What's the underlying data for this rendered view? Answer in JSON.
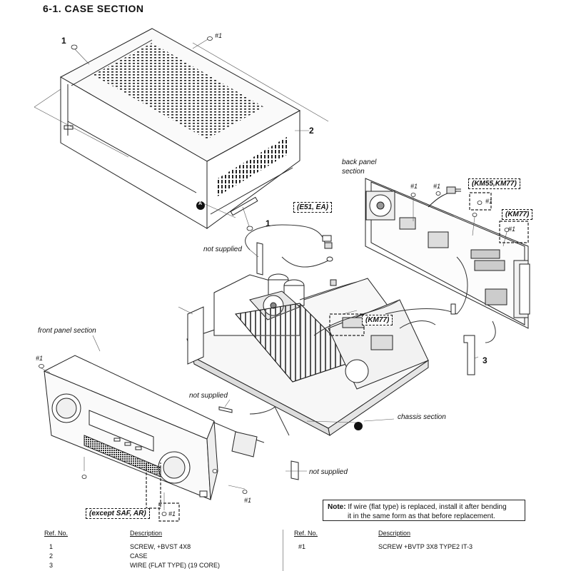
{
  "title": "6-1.   CASE  SECTION",
  "callouts": {
    "n1_top": "1",
    "n2": "2",
    "n1_bottom": "1",
    "n3": "3",
    "a_marker": "A"
  },
  "screw_refs": {
    "top": "#1",
    "back1": "#1",
    "back2": "#1",
    "back3": "#1",
    "back4": "#1",
    "front_left": "#1",
    "front_bottom": "#1",
    "except_box": "#1"
  },
  "captions": {
    "back_panel_1": "back panel",
    "back_panel_2": "section",
    "not_supplied_1": "not supplied",
    "front_panel": "front panel section",
    "not_supplied_2": "not supplied",
    "chassis": "chassis section",
    "not_supplied_3": "not supplied"
  },
  "region_boxes": {
    "e51_ea": "(E51, EA)",
    "km55_km77": "(KM55,KM77)",
    "km77_back": "(KM77)",
    "km77_chassis": "(KM77)",
    "except_saf_ar": "(except SAF, AR)"
  },
  "note": {
    "label": "Note:",
    "line1": "If wire (flat type) is replaced, install it after bending",
    "line2": "it in the same form as that before replacement."
  },
  "parts_table": {
    "headers": {
      "ref_no": "Ref. No.",
      "description": "Description"
    },
    "left_rows": [
      {
        "ref": "1",
        "desc": "SCREW, +BVST 4X8"
      },
      {
        "ref": "2",
        "desc": "CASE"
      },
      {
        "ref": "3",
        "desc": "WIRE (FLAT TYPE) (19 CORE)"
      }
    ],
    "right_rows": [
      {
        "ref": "#1",
        "desc": "SCREW +BVTP 3X8 TYPE2 IT-3"
      }
    ]
  }
}
